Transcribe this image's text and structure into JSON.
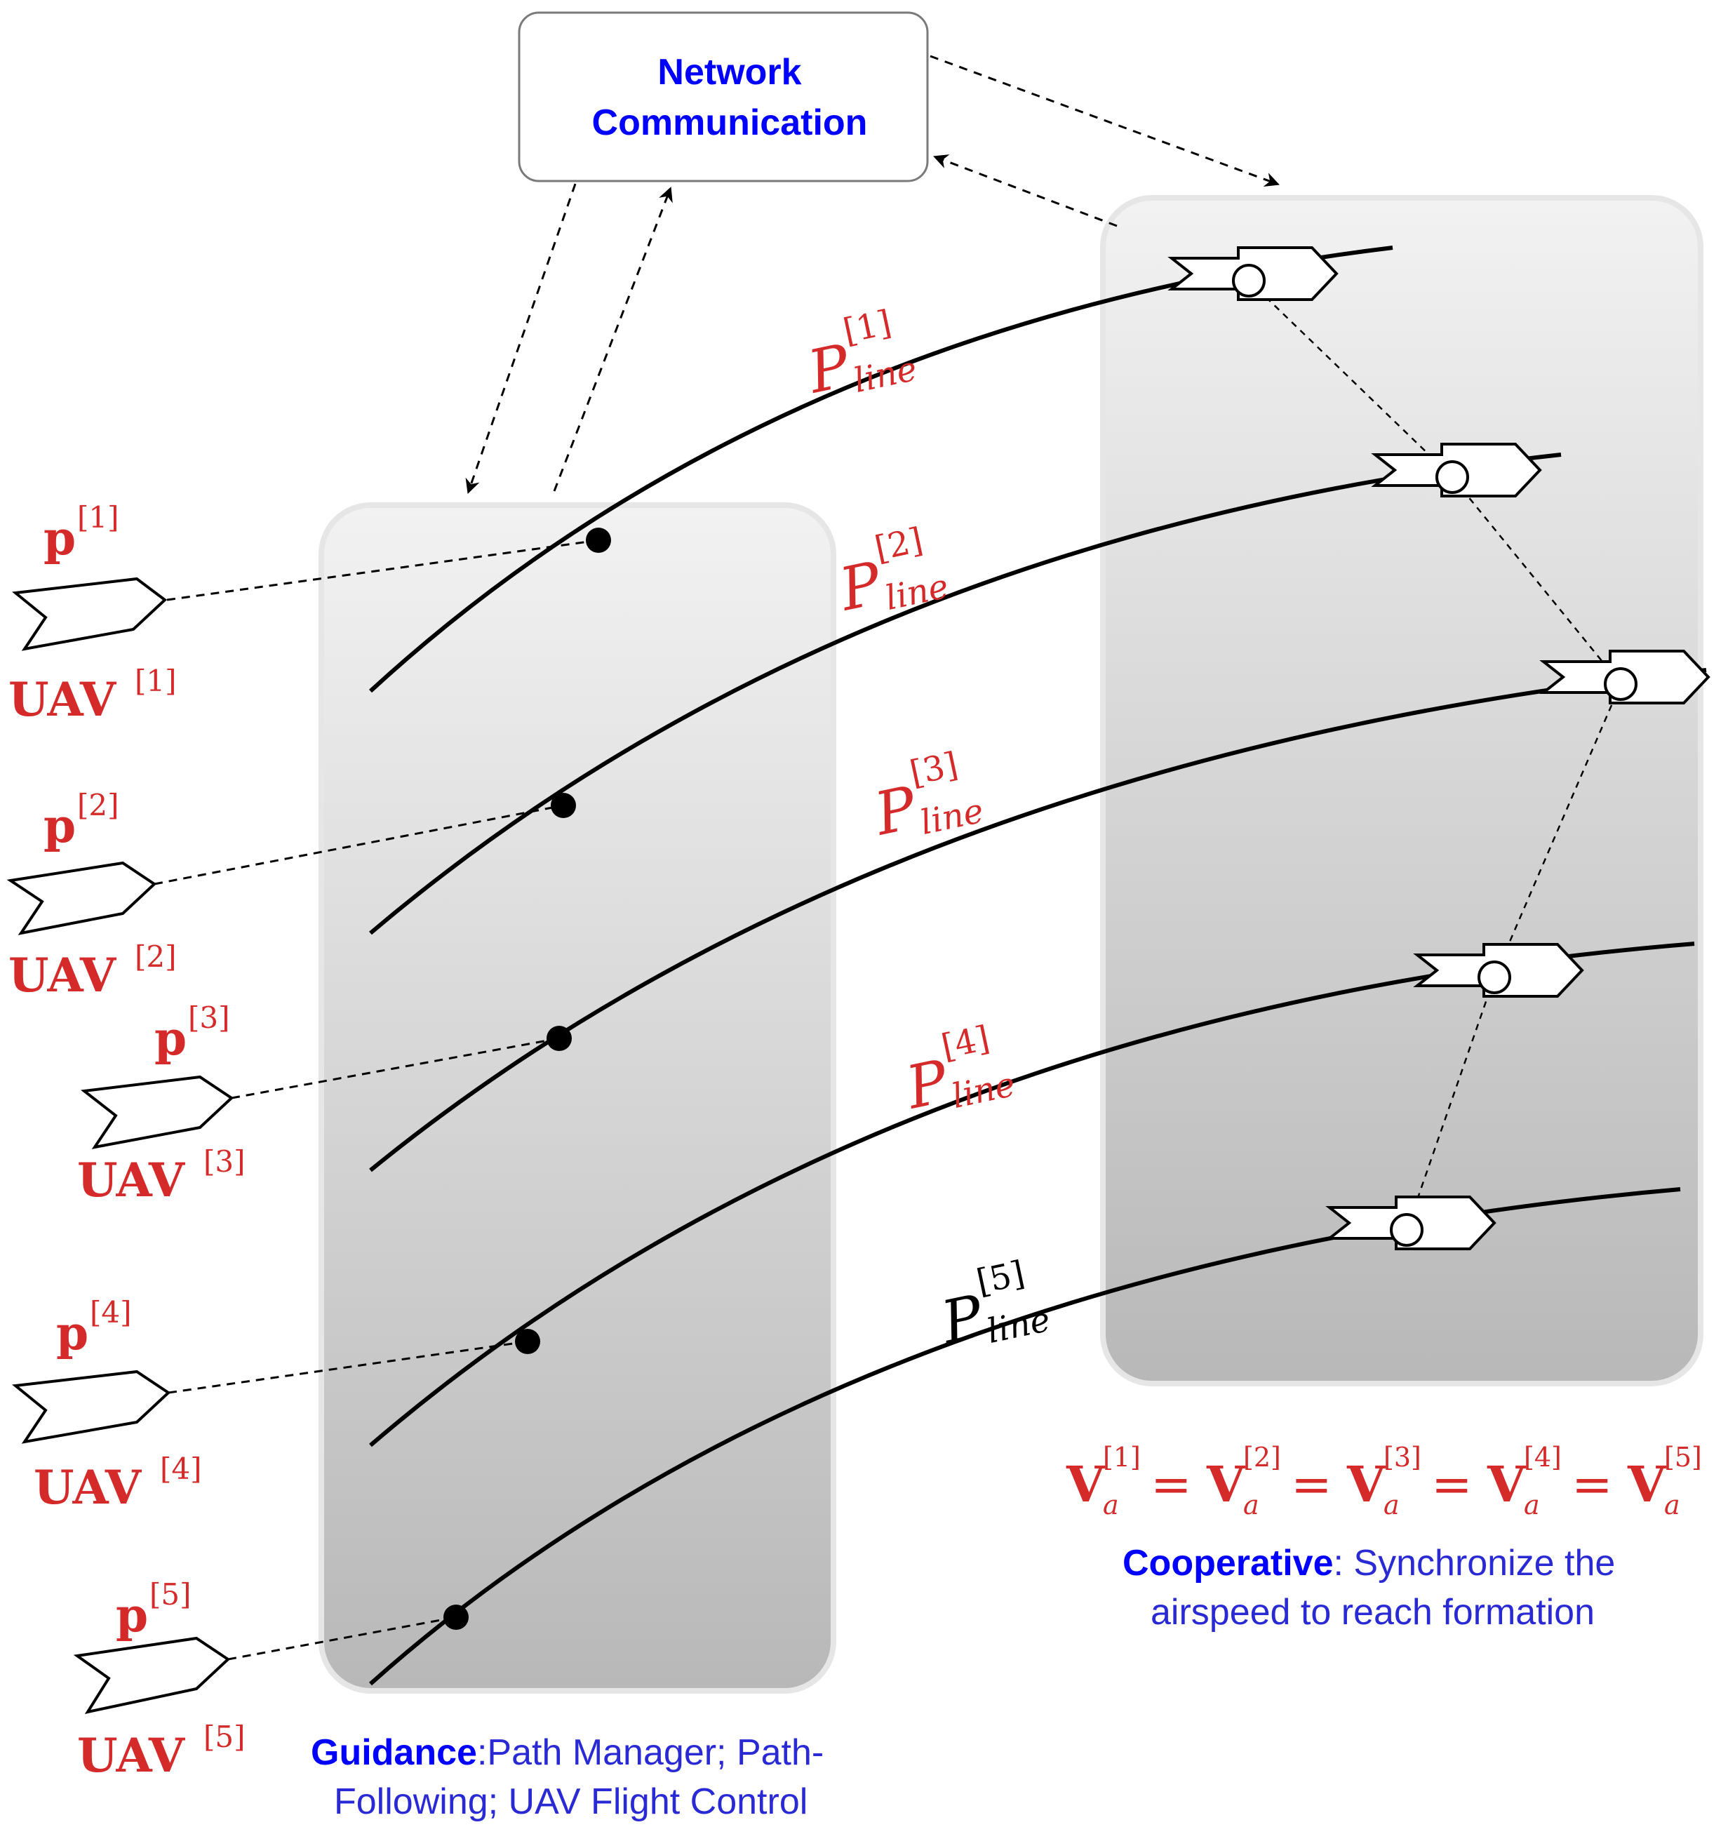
{
  "network": {
    "line1": "Network",
    "line2": "Communication"
  },
  "paths": [
    {
      "name": "P",
      "sup": "[1]",
      "sub": "line",
      "color": "#d52a2a"
    },
    {
      "name": "P",
      "sup": "[2]",
      "sub": "line",
      "color": "#d52a2a"
    },
    {
      "name": "P",
      "sup": "[3]",
      "sub": "line",
      "color": "#d52a2a"
    },
    {
      "name": "P",
      "sup": "[4]",
      "sub": "line",
      "color": "#d52a2a"
    },
    {
      "name": "P",
      "sup": "[5]",
      "sub": "line",
      "color": "#000000"
    }
  ],
  "uavs": [
    {
      "p": "p",
      "p_sup": "[1]",
      "label": "UAV",
      "label_sup": "[1]"
    },
    {
      "p": "p",
      "p_sup": "[2]",
      "label": "UAV",
      "label_sup": "[2]"
    },
    {
      "p": "p",
      "p_sup": "[3]",
      "label": "UAV",
      "label_sup": "[3]"
    },
    {
      "p": "p",
      "p_sup": "[4]",
      "label": "UAV",
      "label_sup": "[4]"
    },
    {
      "p": "p",
      "p_sup": "[5]",
      "label": "UAV",
      "label_sup": "[5]"
    }
  ],
  "equation": {
    "base": "V",
    "sub": "a",
    "sups": [
      "[1]",
      "[2]",
      "[3]",
      "[4]",
      "[5]"
    ],
    "operator": "="
  },
  "cooperative": {
    "bold": "Cooperative",
    "rest": ": Synchronize the",
    "line2": "airspeed to reach formation"
  },
  "guidance": {
    "bold": "Guidance",
    "rest": ":Path Manager; Path-",
    "line2": "Following; UAV Flight Control"
  },
  "colors": {
    "red": "#d52a2a",
    "blue": "#0000ff",
    "caption_blue": "#2a2ad5"
  }
}
